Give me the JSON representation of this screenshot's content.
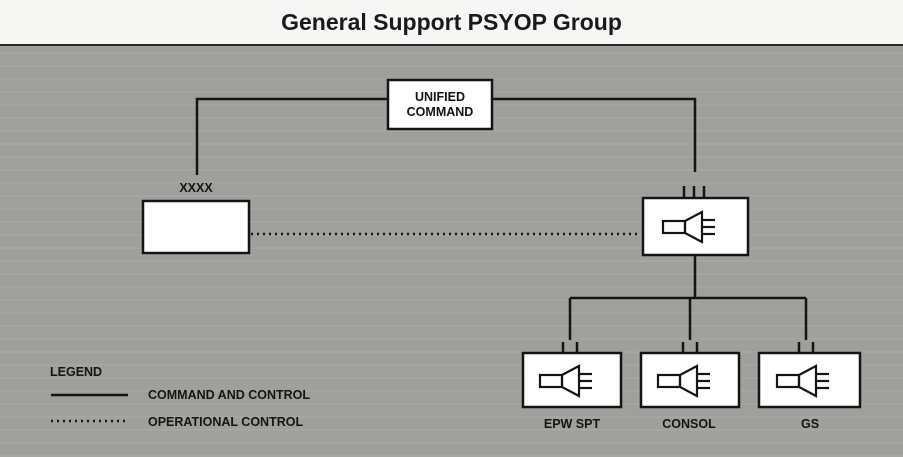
{
  "title": "General Support PSYOP Group",
  "nodes": {
    "unified_command": {
      "line1": "UNIFIED",
      "line2": "COMMAND"
    },
    "army_group": {
      "echelon": "XXXX"
    },
    "subunits": [
      {
        "label": "EPW SPT"
      },
      {
        "label": "CONSOL"
      },
      {
        "label": "GS"
      }
    ]
  },
  "legend": {
    "heading": "LEGEND",
    "items": [
      {
        "style": "solid",
        "label": "COMMAND AND CONTROL"
      },
      {
        "style": "dotted",
        "label": "OPERATIONAL CONTROL"
      }
    ]
  },
  "colors": {
    "background": "#a2a29f",
    "title_band": "#f6f6f4",
    "box_fill": "#ffffff",
    "line": "#151515"
  }
}
